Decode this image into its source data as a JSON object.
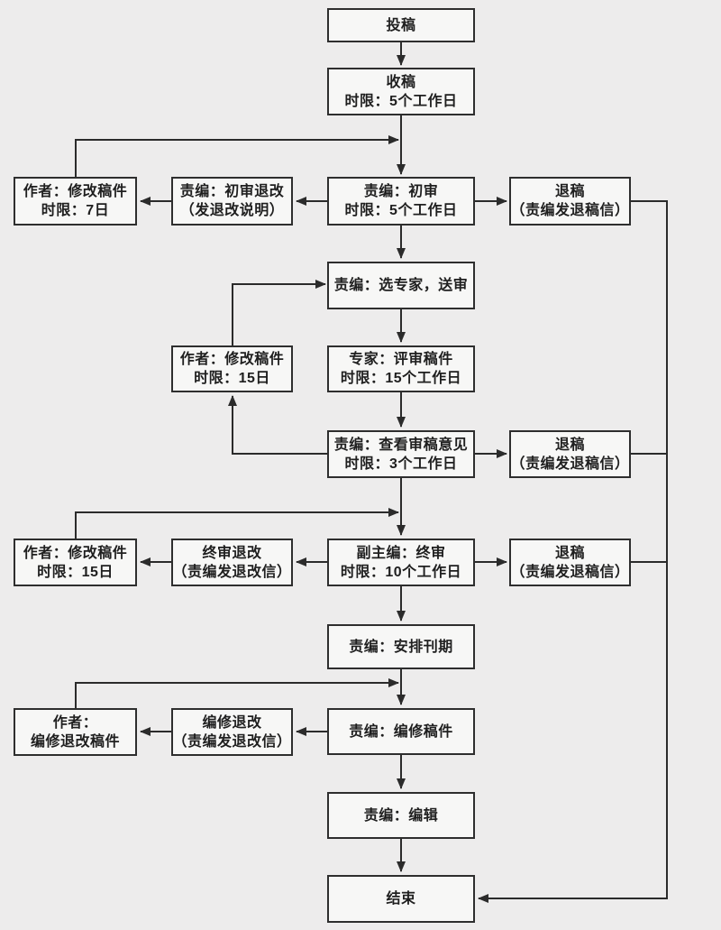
{
  "diagram": {
    "background_color": "#edecec",
    "box_fill_color": "#f7f7f6",
    "box_border_color": "#2e2e2e",
    "line_color": "#2b2b2b",
    "text_color": "#1f1f1f",
    "nodes": [
      {
        "id": "submit",
        "lines": [
          "投稿"
        ]
      },
      {
        "id": "receive",
        "lines": [
          "收稿",
          "时限：5个工作日"
        ]
      },
      {
        "id": "author-revise-7d",
        "lines": [
          "作者：修改稿件",
          "时限：7日"
        ]
      },
      {
        "id": "first-review-return",
        "lines": [
          "责编：初审退改",
          "（发退改说明）"
        ]
      },
      {
        "id": "first-review",
        "lines": [
          "责编：初审",
          "时限：5个工作日"
        ]
      },
      {
        "id": "reject-after-first-review",
        "lines": [
          "退稿",
          "（责编发退稿信）"
        ]
      },
      {
        "id": "select-expert",
        "lines": [
          "责编：选专家，送审"
        ]
      },
      {
        "id": "author-revise-15d",
        "lines": [
          "作者：修改稿件",
          "时限：15日"
        ]
      },
      {
        "id": "expert-review",
        "lines": [
          "专家：评审稿件",
          "时限：15个工作日"
        ]
      },
      {
        "id": "check-review-opinions",
        "lines": [
          "责编：查看审稿意见",
          "时限：3个工作日"
        ]
      },
      {
        "id": "reject-after-expert-review",
        "lines": [
          "退稿",
          "（责编发退稿信）"
        ]
      },
      {
        "id": "author-revise-15d-final",
        "lines": [
          "作者：修改稿件",
          "时限：15日"
        ]
      },
      {
        "id": "final-review-return",
        "lines": [
          "终审退改",
          "（责编发退改信）"
        ]
      },
      {
        "id": "final-review",
        "lines": [
          "副主编：终审",
          "时限：10个工作日"
        ]
      },
      {
        "id": "reject-after-final-review",
        "lines": [
          "退稿",
          "（责编发退稿信）"
        ]
      },
      {
        "id": "schedule-issue",
        "lines": [
          "责编：安排刊期"
        ]
      },
      {
        "id": "author-edit-revise",
        "lines": [
          "作者：",
          "编修退改稿件"
        ]
      },
      {
        "id": "edit-return",
        "lines": [
          "编修退改",
          "（责编发退改信）"
        ]
      },
      {
        "id": "edit-manuscript",
        "lines": [
          "责编：编修稿件"
        ]
      },
      {
        "id": "editing",
        "lines": [
          "责编：编辑"
        ]
      },
      {
        "id": "end",
        "lines": [
          "结束"
        ]
      }
    ]
  }
}
